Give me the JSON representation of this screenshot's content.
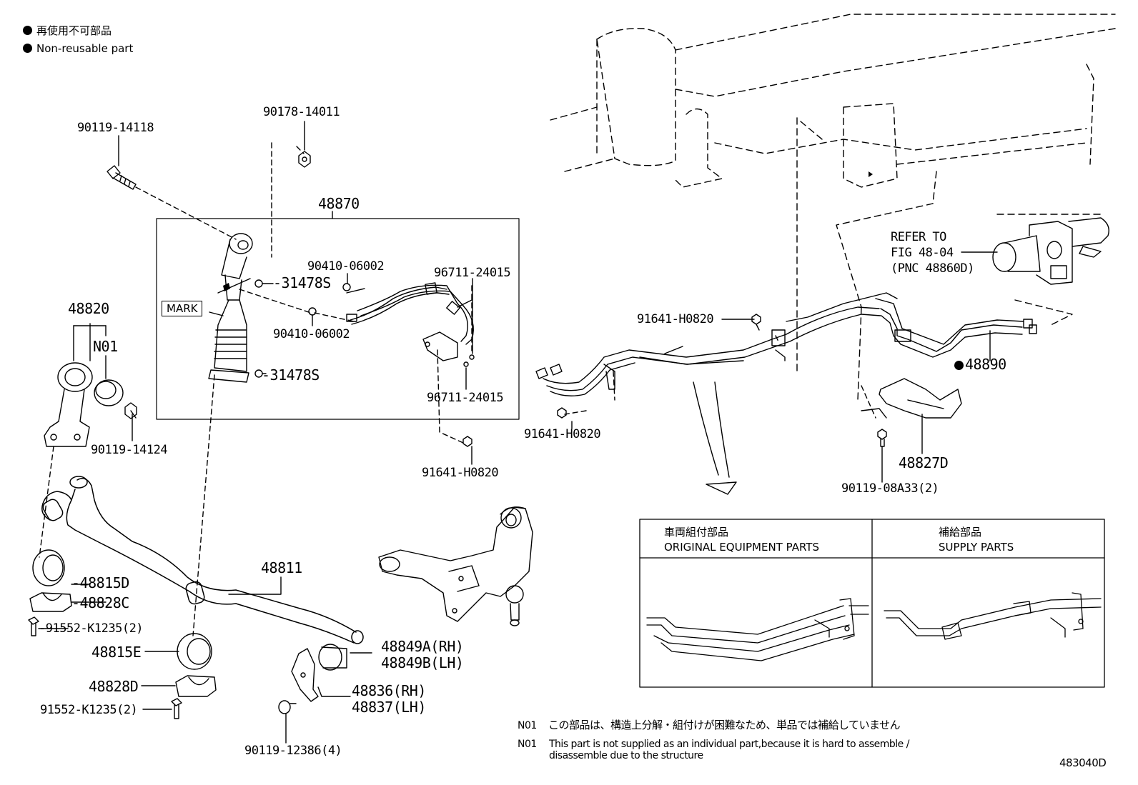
{
  "legend": {
    "jp": "再使用不可部品",
    "en": "Non-reusable part"
  },
  "parts": {
    "p90119_14118": "90119-14118",
    "p90178_14011": "90178-14011",
    "p48870": "48870",
    "p31478S_a": "31478S",
    "p31478S_b": "31478S",
    "mark": "MARK",
    "p90410_06002_a": "90410-06002",
    "p90410_06002_b": "90410-06002",
    "p96711_24015_a": "96711-24015",
    "p96711_24015_b": "96711-24015",
    "p91641_H0820_a": "91641-H0820",
    "p91641_H0820_b": "91641-H0820",
    "p91641_H0820_c": "91641-H0820",
    "p48820": "48820",
    "n01": "N01",
    "p90119_14124": "90119-14124",
    "p48811": "48811",
    "p48815D": "48815D",
    "p48828C": "48828C",
    "p91552_a": "91552-K1235(2)",
    "p48815E": "48815E",
    "p48828D": "48828D",
    "p91552_b": "91552-K1235(2)",
    "p48849A": "48849A(RH)",
    "p48849B": "48849B(LH)",
    "p48836": "48836(RH)",
    "p48837": "48837(LH)",
    "p90119_12386": "90119-12386(4)",
    "refer1": "REFER TO",
    "refer2": "FIG 48-04",
    "refer3": "(PNC 48860D)",
    "p48890": "48890",
    "p48827D": "48827D",
    "p90119_08A33": "90119-08A33(2)"
  },
  "table": {
    "left_jp": "車両組付部品",
    "left_en": "ORIGINAL EQUIPMENT PARTS",
    "right_jp": "補給部品",
    "right_en": "SUPPLY PARTS"
  },
  "notes": {
    "n1_tag": "N01",
    "n1_text": "この部品は、構造上分解・組付けが困難なため、単品では補給していません",
    "n2_tag": "N01",
    "n2_line1": "This part is not supplied as an individual part,because it is hard to assemble /",
    "n2_line2": "disassemble due to the structure"
  },
  "figure_id": "483040D"
}
